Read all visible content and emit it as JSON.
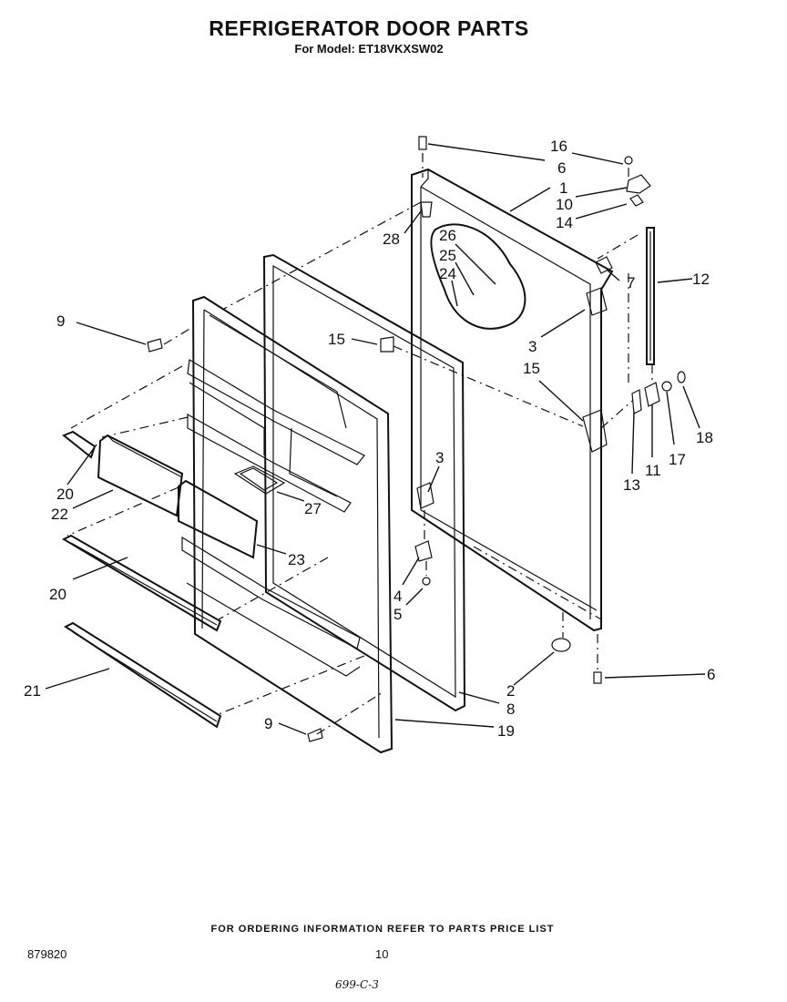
{
  "header": {
    "title": "REFRIGERATOR DOOR PARTS",
    "subtitle": "For Model: ET18VKXSW02"
  },
  "callouts": {
    "c16": "16",
    "c6a": "6",
    "c1": "1",
    "c10": "10",
    "c14": "14",
    "c28": "28",
    "c26": "26",
    "c25": "25",
    "c24": "24",
    "c7": "7",
    "c12": "12",
    "c9a": "9",
    "c15a": "15",
    "c3a": "3",
    "c15b": "15",
    "c20a": "20",
    "c22": "22",
    "c27": "27",
    "c3b": "3",
    "c23": "23",
    "c13": "13",
    "c11": "11",
    "c17": "17",
    "c18": "18",
    "c20b": "20",
    "c4": "4",
    "c5": "5",
    "c2": "2",
    "c6b": "6",
    "c8": "8",
    "c21": "21",
    "c9b": "9",
    "c19": "19"
  },
  "footer": {
    "note": "FOR ORDERING INFORMATION REFER TO PARTS PRICE LIST",
    "code": "879820",
    "page": "10",
    "handwritten": "699-C-3"
  }
}
